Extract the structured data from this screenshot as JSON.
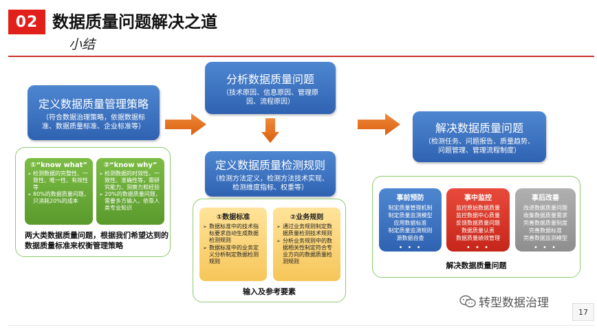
{
  "header": {
    "number": "02",
    "title": "数据质量问题解决之道",
    "subtitle": "小结"
  },
  "define_strategy": {
    "title": "定义数据质量管理策略",
    "desc": "（符合数据治理策略，依据数据标准、数据质量标准、企业标准等）"
  },
  "analyze": {
    "title": "分析数据质量问题",
    "desc": "（技术原因、信息原因、管理原因、流程原因）"
  },
  "detect_rules": {
    "title": "定义数据质量检测规则",
    "desc": "（检测方法定义，检测方法技术实现、检测维度指标、权重等）"
  },
  "solve": {
    "title": "解决数据质量问题",
    "desc": "（检测任务、问题报告、质量趋势、问题管理、管理流程制度）"
  },
  "know_what": {
    "title": "①“know what”",
    "items": [
      "检测数据的完整性、一致性、唯一性、有效性等",
      "80%的数据质量问题，只消耗20%的成本"
    ]
  },
  "know_why": {
    "title": "②“know why”",
    "items": [
      "检测数据的时效性、一致性、准确性等，需研究能力、洞察力和经验",
      "20%的数据质量问题，需要多方输入，依靠人类专业知识"
    ]
  },
  "left_caption": "两大类数据质量问题，根据我们希望达到的数据质量标准来权衡管理策略",
  "data_standard": {
    "title": "①数据标准",
    "items": [
      "数据标准中的技术指标要求自动生成数据检测规则",
      "数据标准中的业务定义分析制定数据检测规则"
    ]
  },
  "business_rules": {
    "title": "②业务规则",
    "items": [
      "通过业务规则制定数据质量检测技术规则",
      "分析业务规则中的数据相关性制定符合专业方向的数据质量检测规则"
    ]
  },
  "mid_caption": "输入及参考要素",
  "prevention": {
    "title": "事前预防",
    "lines": [
      "制定质量管理机制",
      "制定质量监测模型",
      "应用数据标准",
      "制定质量监测规则",
      "源数据自查"
    ],
    "dots": "• • •"
  },
  "monitoring": {
    "title": "事中监控",
    "lines": [
      "监控原始数据质量",
      "监控数据中心质量",
      "反馈数据质量问题",
      "数据质量认责",
      "数据质量绩效管理"
    ],
    "dots": "• • •"
  },
  "improvement": {
    "title": "事后改善",
    "lines": [
      "改进数据质量问题",
      "收集数据质量需求",
      "完善数据质量制度",
      "完善数据标准",
      "完善数据监测模型"
    ],
    "dots": "• • •"
  },
  "right_caption": "解决数据质量问题",
  "footer": {
    "watermark": "转型数据治理",
    "page_number": "17"
  },
  "colors": {
    "accent_red": "#e1201b",
    "blue": "#2f63b2",
    "green": "#5a9a2c",
    "yellow": "#f6c659",
    "orange": "#e06a16"
  }
}
